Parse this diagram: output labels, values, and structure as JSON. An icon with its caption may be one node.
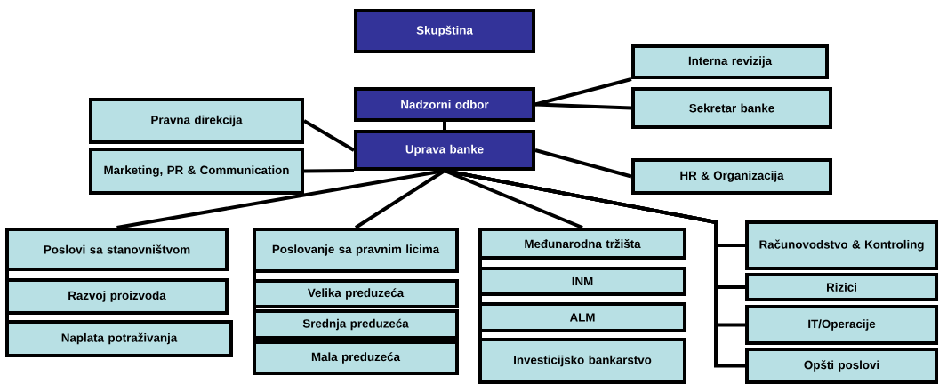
{
  "diagram": {
    "nodes": [
      {
        "text": [
          "Skupština"
        ]
      },
      {
        "text": [
          "Nadzorni odbor"
        ]
      },
      {
        "text": [
          "Uprava banke"
        ]
      },
      {
        "text": [
          "Interna revizija"
        ]
      },
      {
        "text": [
          "Sekretar banke"
        ]
      },
      {
        "text": [
          "Pravna direkcija"
        ]
      },
      {
        "text": [
          "Marketing, PR & Communication"
        ]
      },
      {
        "text": [
          "HR & Organizacija"
        ]
      },
      {
        "text": [
          "Poslovi sa stanovništvom"
        ]
      },
      {
        "text": [
          "Razvoj proizvoda"
        ]
      },
      {
        "text": [
          "Naplata potraživanja"
        ]
      },
      {
        "text": [
          "Poslovanje sa pravnim licima"
        ]
      },
      {
        "text": [
          "Velika preduzeća"
        ]
      },
      {
        "text": [
          "Srednja preduzeća"
        ]
      },
      {
        "text": [
          "Mala preduzeća"
        ]
      },
      {
        "text": [
          "Međunarodna tržišta"
        ]
      },
      {
        "text": [
          "INM"
        ]
      },
      {
        "text": [
          "ALM"
        ]
      },
      {
        "text": [
          "Investicijsko bankarstvo"
        ]
      },
      {
        "text": [
          "Računovodstvo & Kontroling"
        ]
      },
      {
        "text": [
          "Rizici"
        ]
      },
      {
        "text": [
          "IT/Operacije"
        ]
      },
      {
        "text": [
          "Opšti poslovi"
        ]
      }
    ],
    "edges": [
      {
        "from": 1,
        "to": 2,
        "arrow": "none"
      },
      {
        "from": 1,
        "to": 3,
        "arrow": "none"
      },
      {
        "from": 1,
        "to": 4,
        "arrow": "none"
      },
      {
        "from": 2,
        "to": 5,
        "arrow": "none"
      },
      {
        "from": 2,
        "to": 6,
        "arrow": "none"
      },
      {
        "from": 2,
        "to": 7,
        "arrow": "none"
      },
      {
        "from": 2,
        "to": 8,
        "arrow": "none"
      },
      {
        "from": 2,
        "to": 11,
        "arrow": "none"
      },
      {
        "from": 2,
        "to": 15,
        "arrow": "none"
      },
      {
        "from": 2,
        "to": 19,
        "arrow": "none"
      },
      {
        "from": 2,
        "to": 20,
        "arrow": "none"
      },
      {
        "from": 2,
        "to": 21,
        "arrow": "none"
      },
      {
        "from": 2,
        "to": 22,
        "arrow": "none"
      },
      {
        "from": 8,
        "to": 9,
        "arrow": "none"
      },
      {
        "from": 8,
        "to": 10,
        "arrow": "none"
      },
      {
        "from": 11,
        "to": 12,
        "arrow": "none"
      },
      {
        "from": 11,
        "to": 13,
        "arrow": "none"
      },
      {
        "from": 11,
        "to": 14,
        "arrow": "none"
      },
      {
        "from": 15,
        "to": 16,
        "arrow": "none"
      },
      {
        "from": 15,
        "to": 17,
        "arrow": "none"
      },
      {
        "from": 15,
        "to": 18,
        "arrow": "none"
      }
    ]
  }
}
